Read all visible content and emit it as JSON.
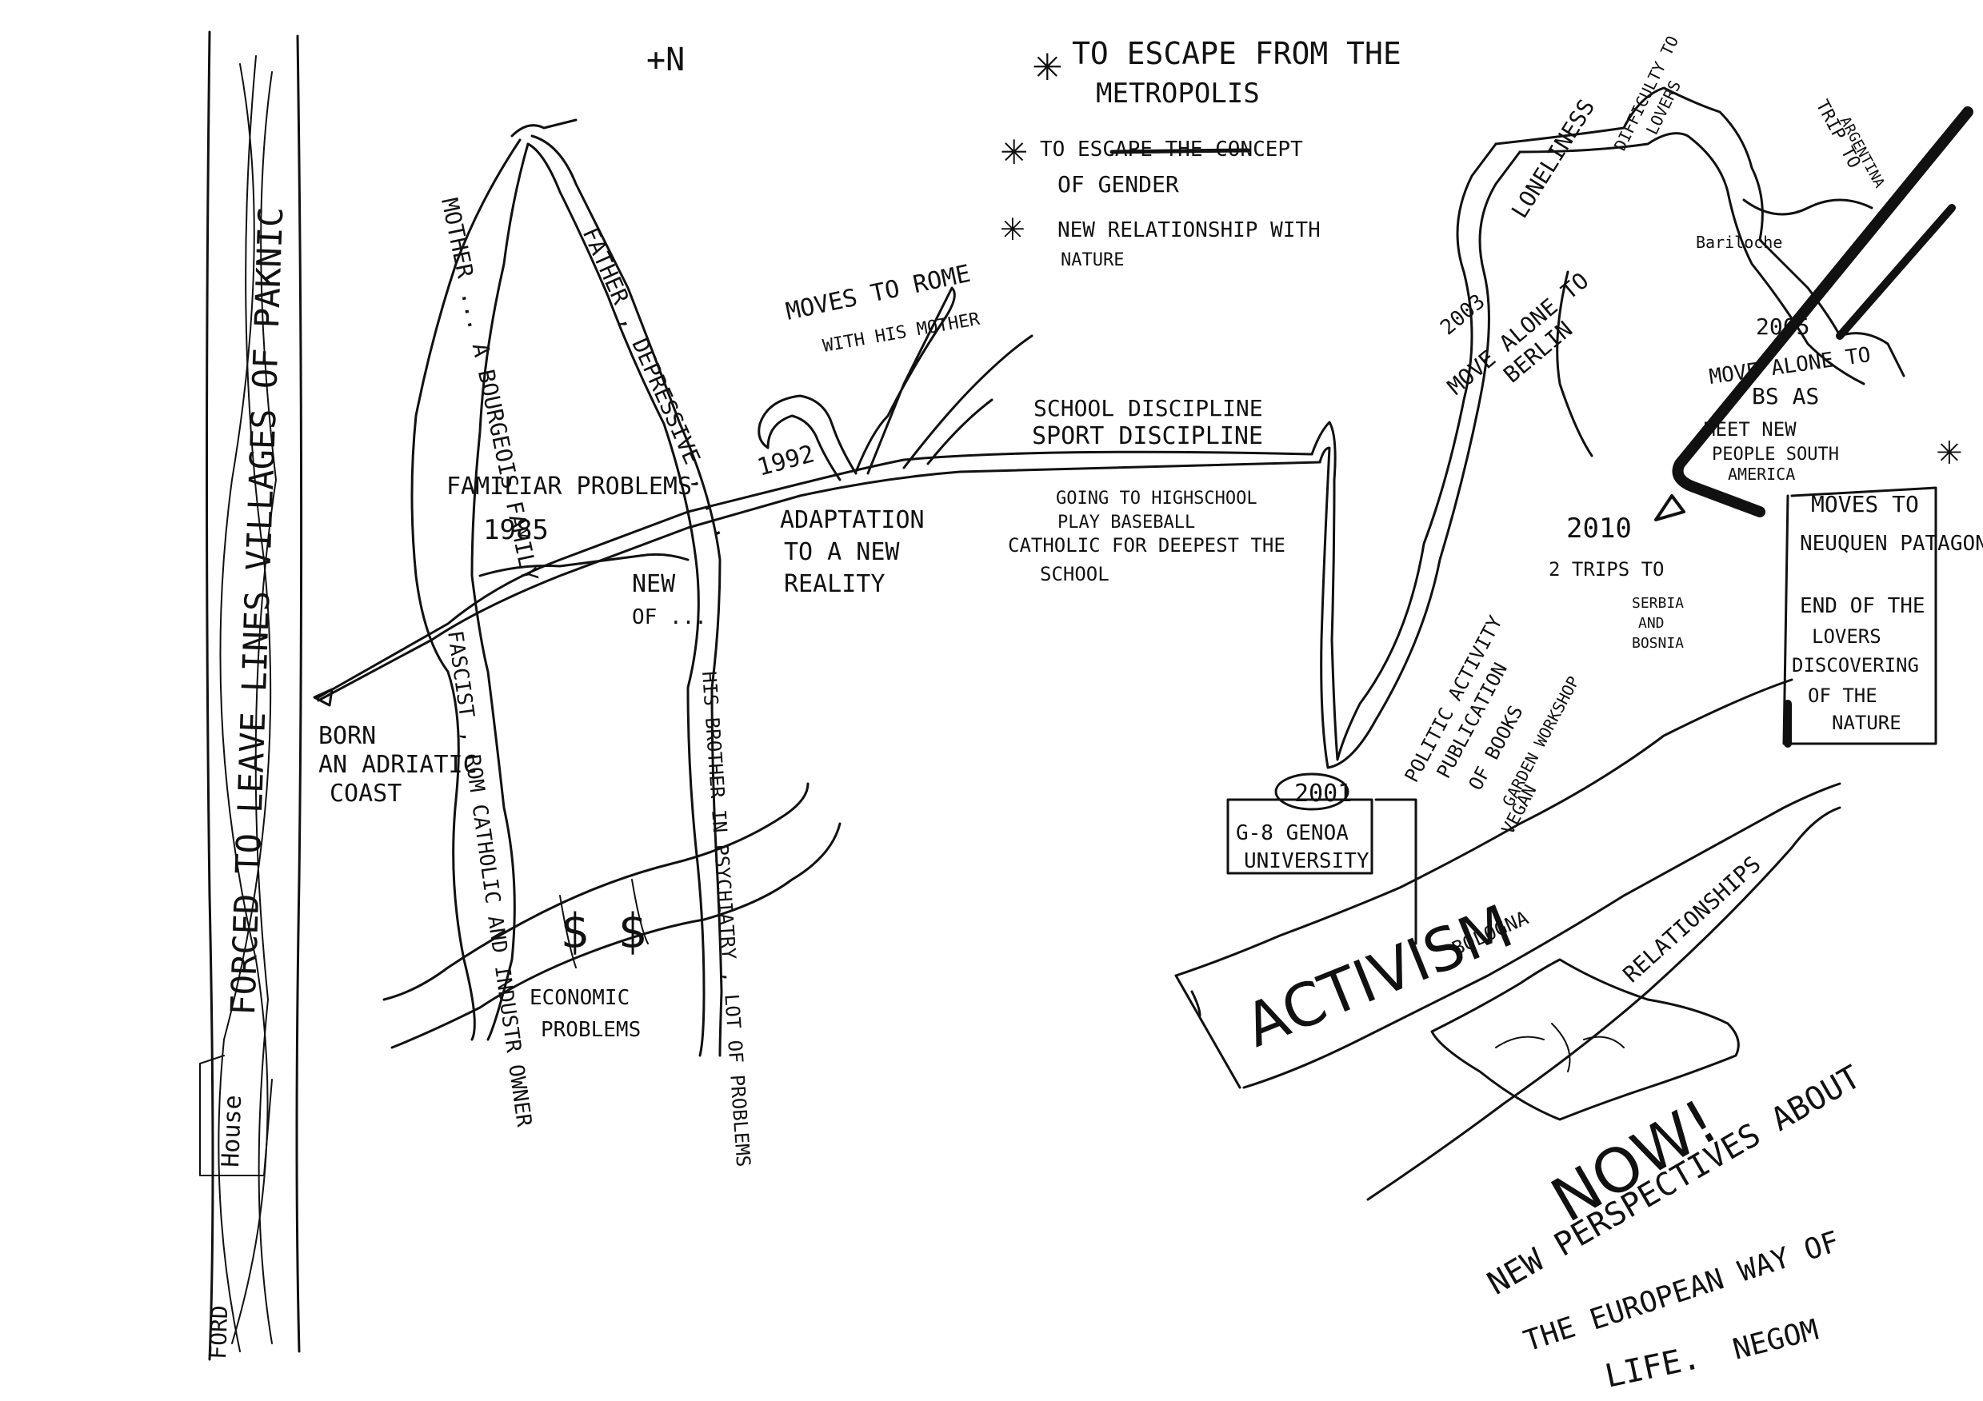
{
  "ink_color": "#111111",
  "paper_color": "#ffffff",
  "header_mark": "+N",
  "left_strip": {
    "vertical_text": "FORCED TO LEAVE LINES VILLAGES OF PAKNIC",
    "house_label": "House",
    "bottom_label": "FORD"
  },
  "goals": {
    "item1_line1": "TO ESCAPE FROM THE",
    "item1_line2": "METROPOLIS",
    "item2_line1": "TO ESCAPE THE CONCEPT",
    "item2_line2": "OF GENDER",
    "item3_line1": "NEW RELATIONSHIP WITH",
    "item3_line2": "NATURE"
  },
  "birth": {
    "line1": "BORN",
    "line2": "AN ADRIATIC",
    "line3": "COAST"
  },
  "branches": {
    "mother": "MOTHER ... A BOURGEOIS FAMILY",
    "father": "FATHER , DEPRESSIVE , ...",
    "fascist": "FASCIST , ROM CATHOLIC AND INDUSTR OWNER",
    "his_brother": "HIS BROTHER IN PSYCHIATRY , LOT OF PROBLEMS"
  },
  "family_problems": {
    "line1": "FAMILIAR PROBLEMS",
    "line2": "1985"
  },
  "new_org": {
    "line1": "NEW",
    "line2": "OF ..."
  },
  "economic": {
    "line1": "ECONOMIC",
    "line2": "PROBLEMS",
    "symbol": "$ $"
  },
  "rome": {
    "line1": "MOVES TO ROME",
    "line2": "WITH HIS MOTHER",
    "year": "1992"
  },
  "adaptation": {
    "line1": "ADAPTATION",
    "line2": "TO A NEW",
    "line3": "REALITY"
  },
  "school": {
    "line1": "SCHOOL DISCIPLINE",
    "line2": "SPORT DISCIPLINE"
  },
  "highschool": {
    "line1": "GOING TO HIGHSCHOOL",
    "line2": "PLAY BASEBALL",
    "line3": "CATHOLIC FOR DEEPEST THE",
    "line4": "SCHOOL"
  },
  "berlin": {
    "year": "2003",
    "line1": "MOVE ALONE TO",
    "line2": "BERLIN"
  },
  "loneliness": {
    "line1": "LONELINESS",
    "line2": "DIFFICULTY TO",
    "line3": "LOVERS"
  },
  "trip_patagonia": {
    "line1": "TRIP TO",
    "line2": "ARGENTINA",
    "place": "Bariloche"
  },
  "bsas": {
    "year": "2005",
    "line1": "MOVE ALONE TO",
    "line2": "BS AS",
    "line3": "MEET NEW",
    "line4": "PEOPLE SOUTH",
    "line5": "AMERICA"
  },
  "trips_serbia": {
    "year": "2010",
    "line1": "2 TRIPS TO",
    "line2": "SERBIA",
    "line3": "AND",
    "line4": "BOSNIA"
  },
  "patagonia": {
    "line1": "MOVES TO",
    "line2": "NEUQUEN PATAGONIA",
    "line3": "END OF THE",
    "line4": "LOVERS",
    "line5": "DISCOVERING",
    "line6": "OF THE",
    "line7": "NATURE"
  },
  "genoa": {
    "year": "2001",
    "line1": "G-8 GENOA",
    "line2": "UNIVERSITY"
  },
  "politic": {
    "line1": "POLITIC ACTIVITY",
    "line2": "PUBLICATION",
    "line3": "OF BOOKS",
    "line4": "GARDEN WORKSHOP",
    "line5": "VEGAN"
  },
  "activism": {
    "word": "ACTIVISM",
    "sub": "BOLOGNA"
  },
  "relationships": {
    "word": "RELATIONSHIPS"
  },
  "now": {
    "word": "NOW!",
    "line1": "NEW PERSPECTIVES ABOUT",
    "line2": "THE EUROPEAN WAY OF",
    "line3": "LIFE.",
    "signature": "NEGOM"
  }
}
